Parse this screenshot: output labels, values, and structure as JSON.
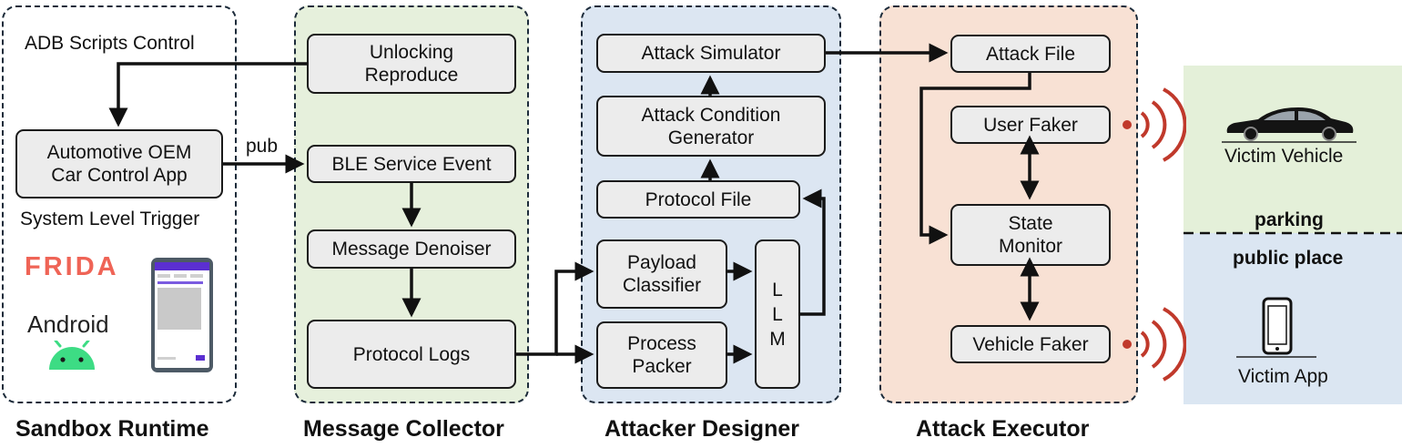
{
  "sandbox": {
    "caption": "Sandbox Runtime",
    "adb_label": "ADB Scripts Control",
    "app_box": "Automotive OEM\nCar Control App",
    "trigger_label": "System Level Trigger",
    "frida_logo": "FRIDA",
    "android_logo": "Android",
    "phone_icon": "smartphone-screenshot-icon"
  },
  "collector": {
    "caption": "Message Collector",
    "unlocking_box": "Unlocking\nReproduce",
    "ble_box": "BLE Service Event",
    "denoiser_box": "Message Denoiser",
    "logs_box": "Protocol Logs",
    "pub_label": "pub"
  },
  "designer": {
    "caption": "Attacker Designer",
    "simulator_box": "Attack Simulator",
    "condition_box": "Attack Condition\nGenerator",
    "protocol_file_box": "Protocol File",
    "payload_box": "Payload\nClassifier",
    "packer_box": "Process\nPacker",
    "llm_box": "L\nL\nM"
  },
  "executor": {
    "caption": "Attack Executor",
    "attack_file_box": "Attack File",
    "user_faker_box": "User Faker",
    "state_monitor_box": "State\nMonitor",
    "vehicle_faker_box": "Vehicle Faker",
    "signal_icon": "wireless-signal-icon"
  },
  "environment": {
    "parking_label": "parking",
    "public_label": "public place",
    "vehicle_label": "Victim Vehicle",
    "app_label": "Victim App",
    "car_icon": "car-icon",
    "phone_icon": "smartphone-icon"
  },
  "colors": {
    "collector_bg": "#e6f0dc",
    "designer_bg": "#dce6f2",
    "executor_bg": "#f8e1d4",
    "parking_bg": "#e4f0d9",
    "public_bg": "#dbe6f2",
    "signal_red": "#c0392b",
    "frida_red": "#ef6456",
    "android_green": "#3ddc84"
  }
}
